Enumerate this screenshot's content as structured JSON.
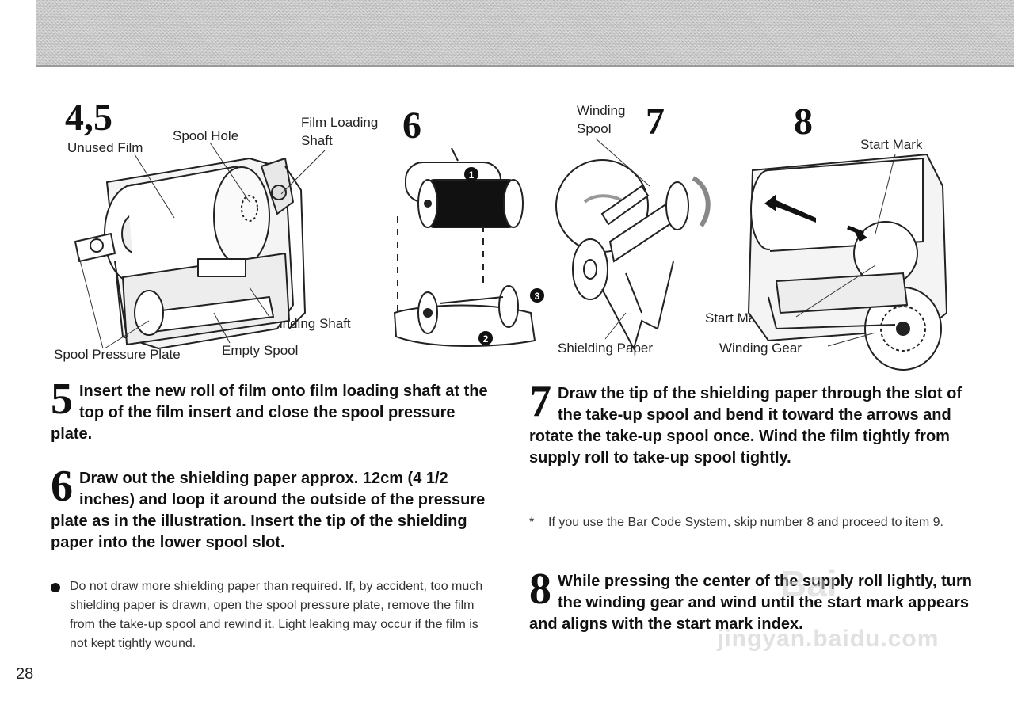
{
  "page_number": "28",
  "figures": {
    "fig45": {
      "number": "4,5",
      "labels": {
        "unused_film": "Unused Film",
        "spool_hole": "Spool Hole",
        "film_loading_shaft_1": "Film Loading",
        "film_loading_shaft_2": "Shaft",
        "film_winding_shaft": "Film Winding Shaft",
        "spool_pressure_plate": "Spool Pressure Plate",
        "empty_spool": "Empty Spool"
      }
    },
    "fig6": {
      "number": "6",
      "markers": [
        "1",
        "2",
        "3"
      ]
    },
    "fig7": {
      "number": "7",
      "labels": {
        "winding_spool_1": "Winding",
        "winding_spool_2": "Spool",
        "shielding_paper": "Shielding Paper"
      }
    },
    "fig8": {
      "number": "8",
      "labels": {
        "start_mark": "Start Mark",
        "start_mark_index": "Start Mark Index",
        "winding_gear": "Winding Gear"
      }
    }
  },
  "steps": {
    "s5": {
      "num": "5",
      "text": "Insert the new roll of film onto film loading shaft  at the top of the film insert and close the spool pressure plate."
    },
    "s6": {
      "num": "6",
      "text": "Draw out the shielding paper approx. 12cm (4 1/2 inches) and loop it around the outside of the pressure plate as in the illustration. Insert the tip of the shielding paper into the lower spool slot."
    },
    "s7": {
      "num": "7",
      "text": "Draw the tip of the shielding paper through the slot of the take-up spool and bend it toward the arrows and rotate the take-up spool once. Wind the film tightly from supply roll to take-up spool tightly."
    },
    "s8": {
      "num": "8",
      "text": "While pressing the center of the supply roll lightly, turn the winding gear and wind until the start mark appears and aligns with the start mark index."
    }
  },
  "notes": {
    "bullet": "Do not draw more shielding paper than required. If, by accident, too much shielding paper is drawn, open the spool pressure plate, remove the film from the take-up spool and rewind it. Light leaking may occur if the film is not kept tightly wound.",
    "asterisk_mark": "*",
    "asterisk": "If you use the Bar Code System, skip number 8 and proceed to item 9."
  },
  "watermark": {
    "logo": "Bai",
    "text": "jingyan.baidu.com"
  }
}
